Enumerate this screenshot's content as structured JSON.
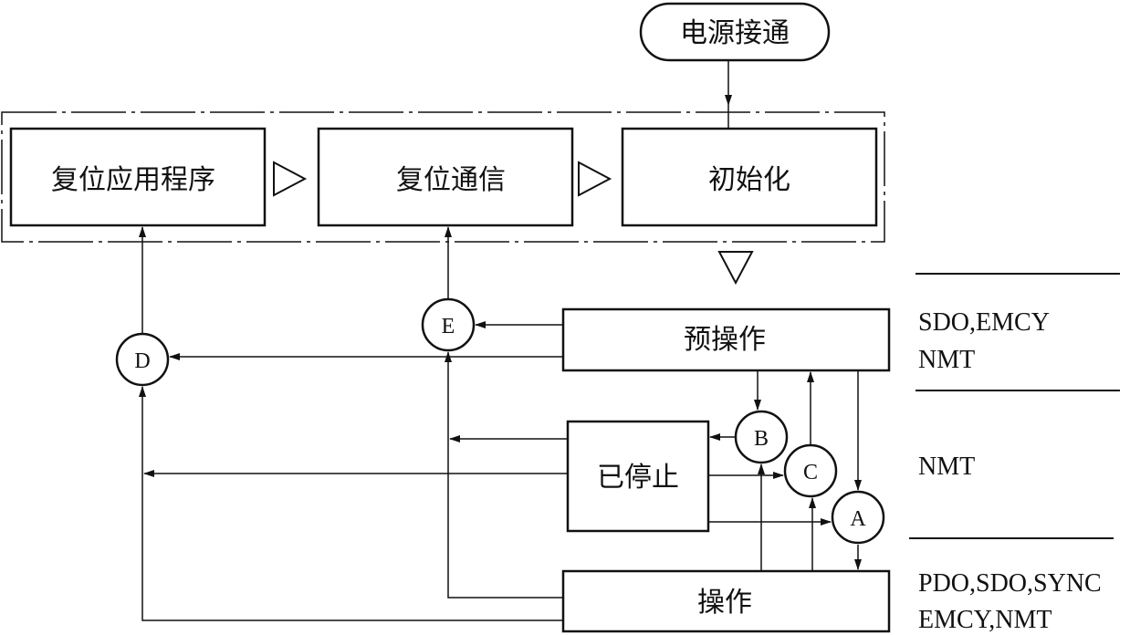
{
  "states": {
    "power_on": "电源接通",
    "reset_app": "复位应用程序",
    "reset_comm": "复位通信",
    "init": "初始化",
    "preop": "预操作",
    "stopped": "已停止",
    "operational": "操作"
  },
  "transitions": {
    "A": "A",
    "B": "B",
    "C": "C",
    "D": "D",
    "E": "E"
  },
  "services": {
    "preop_line1": "SDO,EMCY",
    "preop_line2": "NMT",
    "stopped_line1": "NMT",
    "op_line1": "PDO,SDO,SYNC",
    "op_line2": "EMCY,NMT"
  },
  "colors": {
    "line": "#111111",
    "background": "#ffffff"
  }
}
